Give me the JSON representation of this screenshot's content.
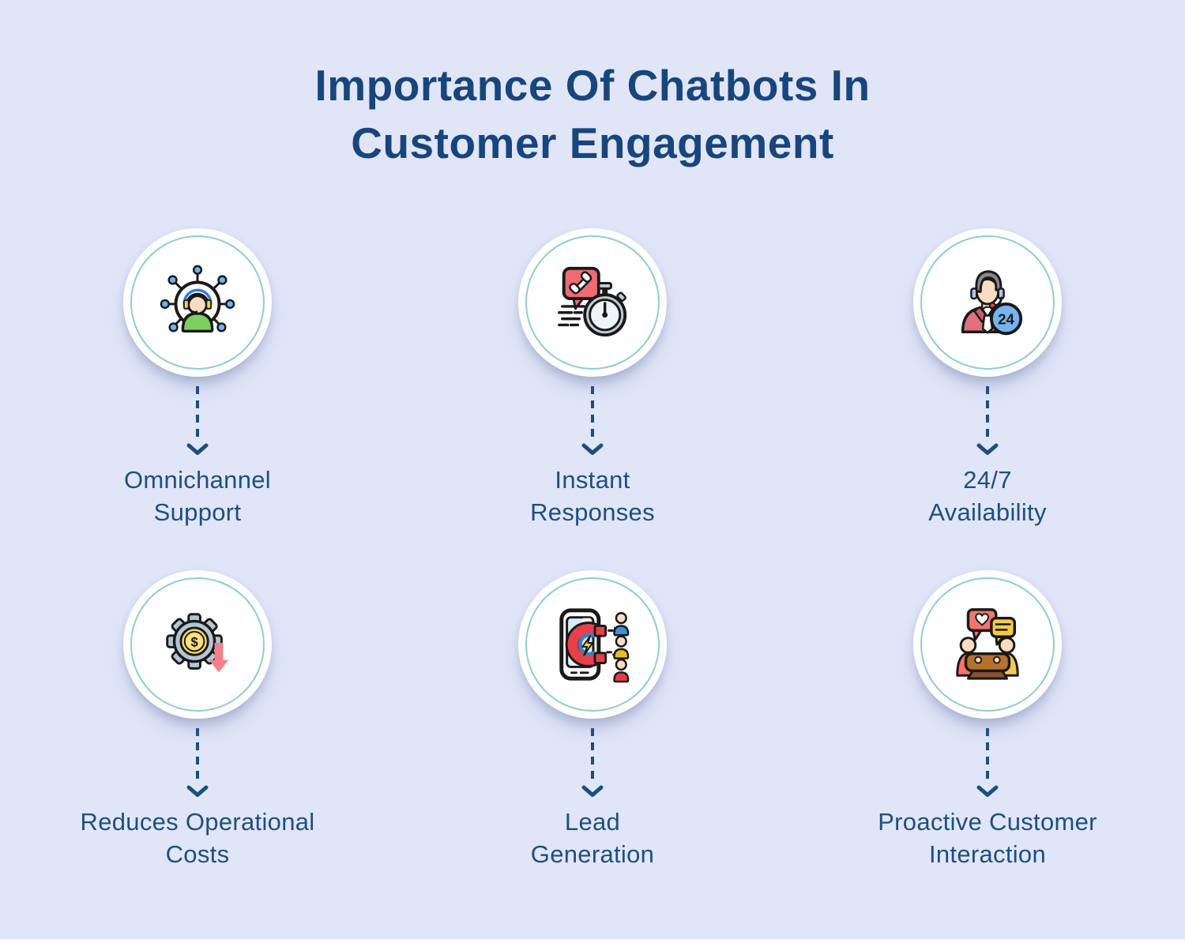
{
  "page": {
    "title_line1": "Importance Of Chatbots In",
    "title_line2": "Customer Engagement",
    "colors": {
      "background": "#e0e5f8",
      "title_navy": "#18457c",
      "label_navy": "#1d4f83",
      "arrow_navy": "#1d4e82",
      "circle_ring_teal": "#8fcfcb",
      "circle_fill": "#ffffff"
    }
  },
  "cards": [
    {
      "icon": "omnichannel-support-agent-network-icon",
      "label_line1": "Omnichannel",
      "label_line2": "Support"
    },
    {
      "icon": "instant-responses-chat-stopwatch-icon",
      "label_line1": "Instant",
      "label_line2": "Responses"
    },
    {
      "icon": "24-7-availability-support-agent-icon",
      "label_line1": "24/7",
      "label_line2": "Availability",
      "badge_text": "24"
    },
    {
      "icon": "reduces-operational-costs-gear-dollar-icon",
      "label_line1": "Reduces Operational",
      "label_line2": "Costs",
      "coin_symbol": "$"
    },
    {
      "icon": "lead-generation-phone-magnet-icon",
      "label_line1": "Lead",
      "label_line2": "Generation"
    },
    {
      "icon": "proactive-customer-interaction-meeting-icon",
      "label_line1": "Proactive Customer",
      "label_line2": "Interaction"
    }
  ]
}
